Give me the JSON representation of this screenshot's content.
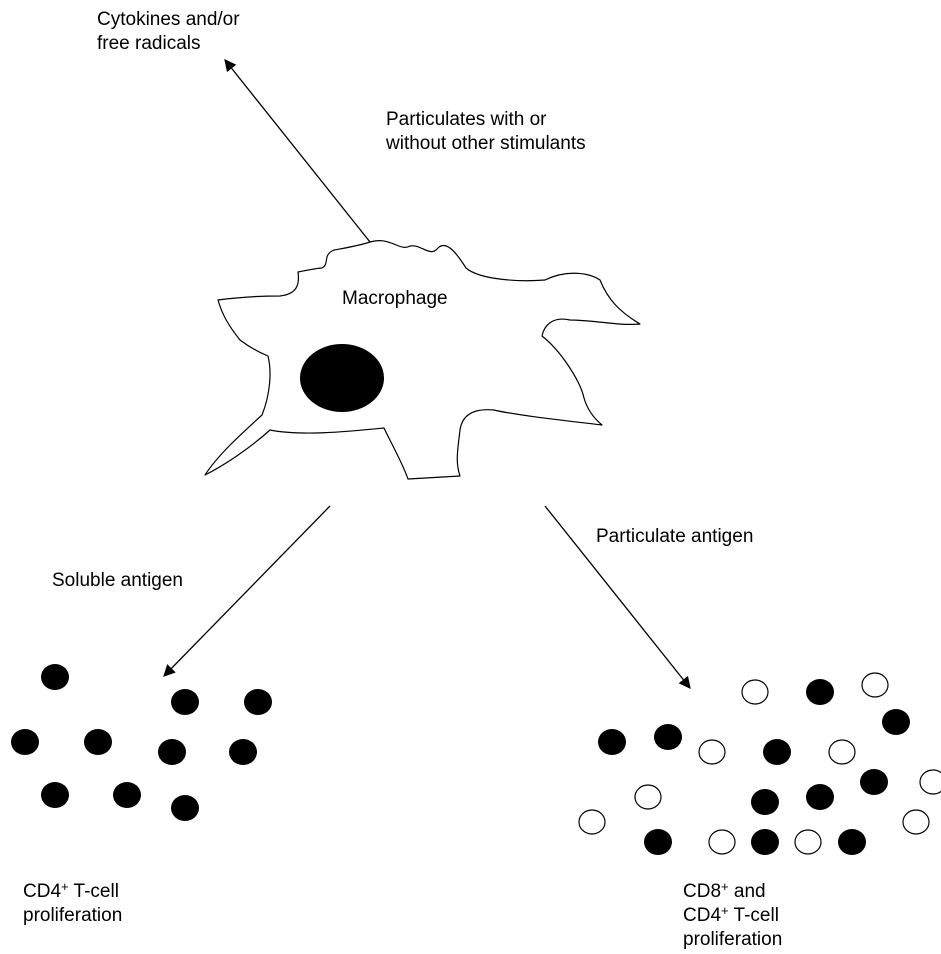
{
  "labels": {
    "cytokines_line1": "Cytokines and/or",
    "cytokines_line2": "free radicals",
    "stimulants_line1": "Particulates with or",
    "stimulants_line2": "without other stimulants",
    "macrophage": "Macrophage",
    "soluble_antigen": "Soluble antigen",
    "particulate_antigen": "Particulate antigen",
    "left_result": {
      "cd4": "CD4",
      "plus": "+",
      "line1_rest": " T-cell",
      "line2": "proliferation"
    },
    "right_result": {
      "cd8": "CD8",
      "plus1": "+",
      "and": " and",
      "cd4": "CD4",
      "plus2": "+",
      "line2_rest": " T-cell",
      "line3": "proliferation"
    }
  },
  "colors": {
    "ink": "#000000",
    "background": "#ffffff",
    "filled_cell": "#000000",
    "open_cell": "#ffffff"
  }
}
